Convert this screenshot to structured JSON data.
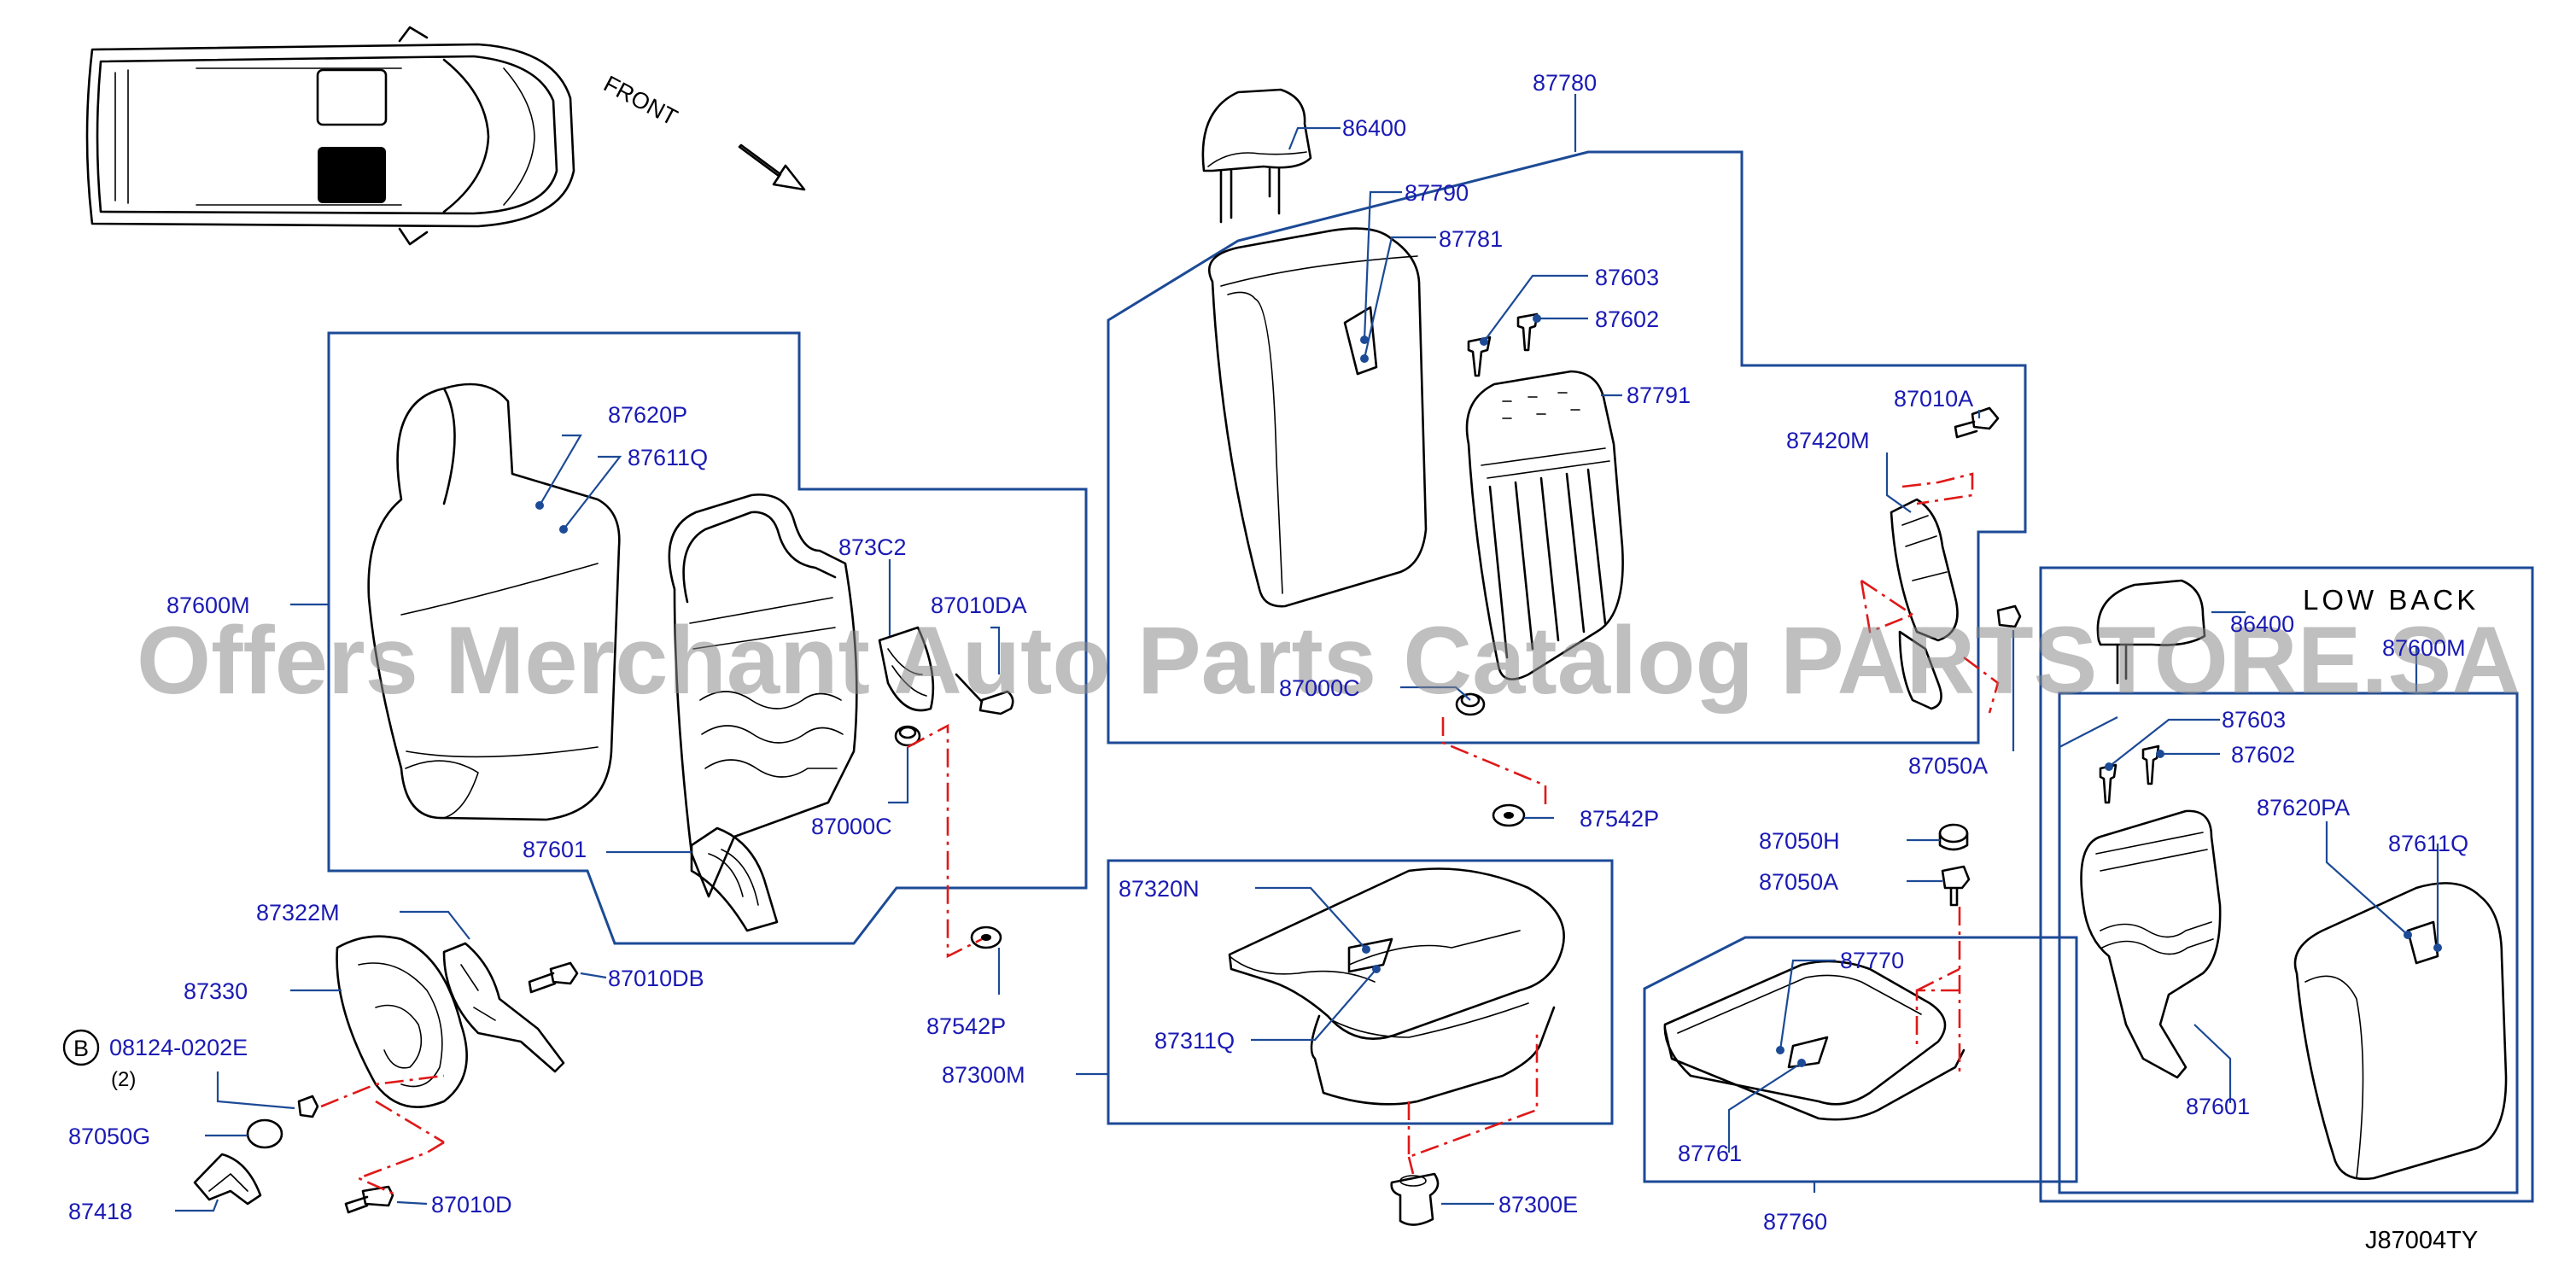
{
  "header": {
    "front_label": "FRONT",
    "low_back_label": "LOW   BACK",
    "diagram_code": "J87004TY",
    "watermark": "Offers Merchant Auto Parts Catalog PARTSTORE.SA"
  },
  "callouts": {
    "bolt_spec": "08124-0202E",
    "bolt_qty": "(2)",
    "bolt_symbol": "B"
  },
  "parts": [
    {
      "id": "86400",
      "label": "86400"
    },
    {
      "id": "87780",
      "label": "87780"
    },
    {
      "id": "87790",
      "label": "87790"
    },
    {
      "id": "87781",
      "label": "87781"
    },
    {
      "id": "87603",
      "label": "87603"
    },
    {
      "id": "87602",
      "label": "87602"
    },
    {
      "id": "87791",
      "label": "87791"
    },
    {
      "id": "87010A",
      "label": "87010A"
    },
    {
      "id": "87420M",
      "label": "87420M"
    },
    {
      "id": "87620P",
      "label": "87620P"
    },
    {
      "id": "87611Q",
      "label": "87611Q"
    },
    {
      "id": "873C2",
      "label": "873C2"
    },
    {
      "id": "87010DA",
      "label": "87010DA"
    },
    {
      "id": "87600M",
      "label": "87600M"
    },
    {
      "id": "87000C-a",
      "label": "87000C"
    },
    {
      "id": "87000C-b",
      "label": "87000C"
    },
    {
      "id": "87601",
      "label": "87601"
    },
    {
      "id": "87050A-a",
      "label": "87050A"
    },
    {
      "id": "87542P-a",
      "label": "87542P"
    },
    {
      "id": "87542P-b",
      "label": "87542P"
    },
    {
      "id": "87322M",
      "label": "87322M"
    },
    {
      "id": "87330",
      "label": "87330"
    },
    {
      "id": "87010DB",
      "label": "87010DB"
    },
    {
      "id": "87050G",
      "label": "87050G"
    },
    {
      "id": "87418",
      "label": "87418"
    },
    {
      "id": "87010D",
      "label": "87010D"
    },
    {
      "id": "87320N",
      "label": "87320N"
    },
    {
      "id": "87311Q",
      "label": "87311Q"
    },
    {
      "id": "87300M",
      "label": "87300M"
    },
    {
      "id": "87300E",
      "label": "87300E"
    },
    {
      "id": "87050H",
      "label": "87050H"
    },
    {
      "id": "87050A-b",
      "label": "87050A"
    },
    {
      "id": "87770",
      "label": "87770"
    },
    {
      "id": "87761",
      "label": "87761"
    },
    {
      "id": "87760",
      "label": "87760"
    },
    {
      "id": "86400-lb",
      "label": "86400"
    },
    {
      "id": "87600M-lb",
      "label": "87600M"
    },
    {
      "id": "87603-lb",
      "label": "87603"
    },
    {
      "id": "87602-lb",
      "label": "87602"
    },
    {
      "id": "87620PA",
      "label": "87620PA"
    },
    {
      "id": "87611Q-lb",
      "label": "87611Q"
    },
    {
      "id": "87601-lb",
      "label": "87601"
    }
  ],
  "colors": {
    "label": "#1a1ab4",
    "frame": "#1c4a96",
    "dashed": "#e01818",
    "linework": "#000000"
  }
}
